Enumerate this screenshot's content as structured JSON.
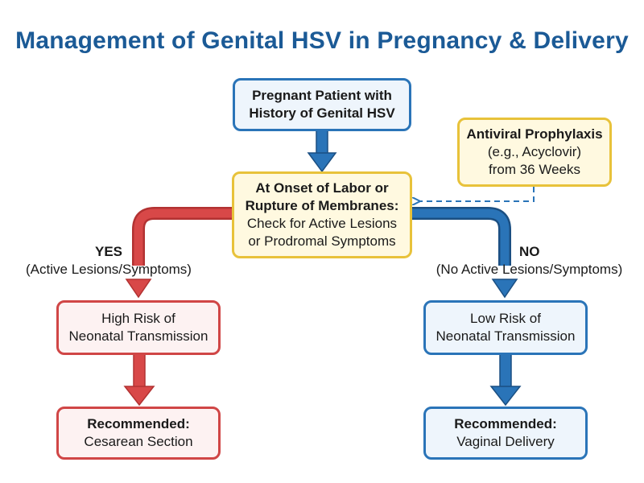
{
  "title": "Management of Genital HSV in Pregnancy & Delivery",
  "nodes": {
    "start": {
      "line1": "Pregnant Patient with",
      "line2": "History of Genital HSV"
    },
    "prophylaxis": {
      "line1": "Antiviral Prophylaxis",
      "line2": "(e.g., Acyclovir)",
      "line3": "from 36 Weeks"
    },
    "labor": {
      "line1": "At Onset of Labor or",
      "line2": "Rupture of Membranes:",
      "line3": "Check for Active Lesions",
      "line4": "or Prodromal Symptoms"
    },
    "high_risk": {
      "line1": "High Risk of",
      "line2": "Neonatal Transmission"
    },
    "low_risk": {
      "line1": "Low Risk of",
      "line2": "Neonatal Transmission"
    },
    "cesarean": {
      "line1": "Recommended:",
      "line2": "Cesarean Section"
    },
    "vaginal": {
      "line1": "Recommended:",
      "line2": "Vaginal Delivery"
    }
  },
  "branches": {
    "yes": {
      "label": "YES",
      "detail": "(Active Lesions/Symptoms)"
    },
    "no": {
      "label": "NO",
      "detail": "(No Active Lesions/Symptoms)"
    }
  },
  "colors": {
    "title": "#1b5a96",
    "blue": "#2a74b8",
    "red": "#d04646",
    "yellow": "#e8c23a"
  }
}
